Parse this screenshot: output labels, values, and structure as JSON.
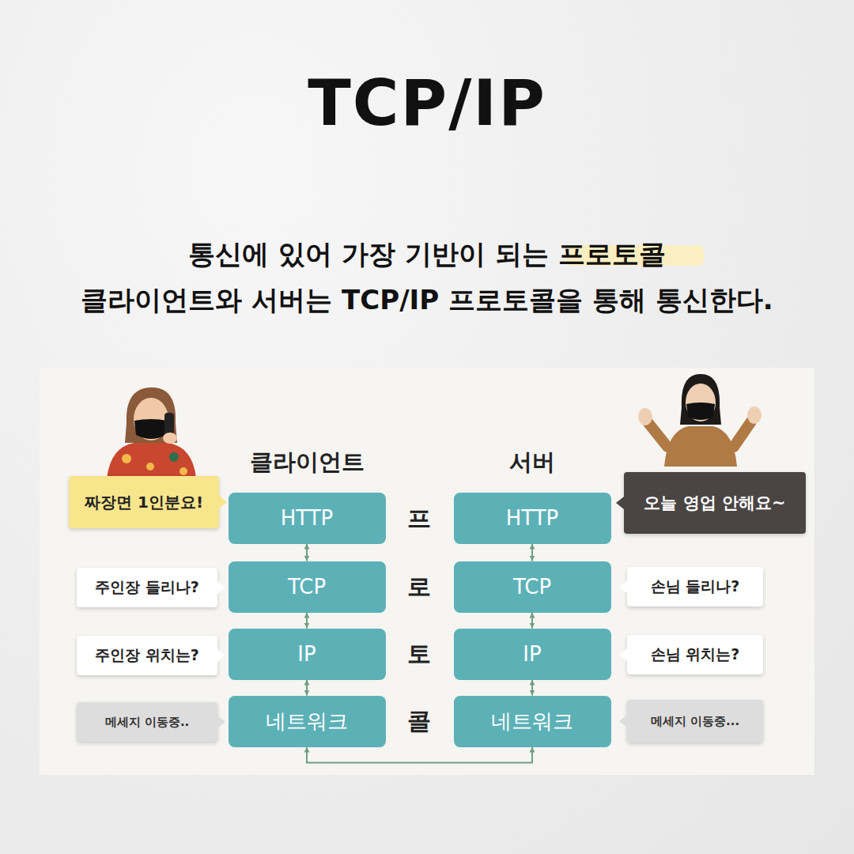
{
  "diagram": {
    "title": "TCP/IP",
    "nodes": [
      {
        "text": [
          "짜장면 1인분요!"
        ]
      },
      {
        "text": [
          "HTTP"
        ]
      },
      {
        "text": [
          "HTTP"
        ]
      },
      {
        "text": [
          "오늘 영업 안해요~"
        ]
      },
      {
        "text": [
          "주인장 들리나?"
        ]
      },
      {
        "text": [
          "TCP"
        ]
      },
      {
        "text": [
          "TCP"
        ]
      },
      {
        "text": [
          "손님 들리나?"
        ]
      },
      {
        "text": [
          "주인장 위치는?"
        ]
      },
      {
        "text": [
          "IP"
        ]
      },
      {
        "text": [
          "IP"
        ]
      },
      {
        "text": [
          "손님 위치는?"
        ]
      },
      {
        "text": [
          "메세지 이동중.."
        ]
      },
      {
        "text": [
          "네트워크"
        ]
      },
      {
        "text": [
          "네트워크"
        ]
      },
      {
        "text": [
          "메세지 이동중..."
        ]
      }
    ],
    "edges": [
      {
        "from": 1,
        "to": 5,
        "arrow": "both"
      },
      {
        "from": 5,
        "to": 9,
        "arrow": "both"
      },
      {
        "from": 9,
        "to": 13,
        "arrow": "both"
      },
      {
        "from": 2,
        "to": 6,
        "arrow": "both"
      },
      {
        "from": 6,
        "to": 10,
        "arrow": "both"
      },
      {
        "from": 10,
        "to": 14,
        "arrow": "both"
      },
      {
        "from": 13,
        "to": 14,
        "arrow": "both"
      }
    ],
    "labels": [
      "통신에 있어 가장 기반이 되는 프로토콜",
      "클라이언트와 서버는 TCP/IP 프로토콜을 통해 통신한다.",
      "클라이언트",
      "서버",
      "프",
      "로",
      "토",
      "콜"
    ]
  }
}
